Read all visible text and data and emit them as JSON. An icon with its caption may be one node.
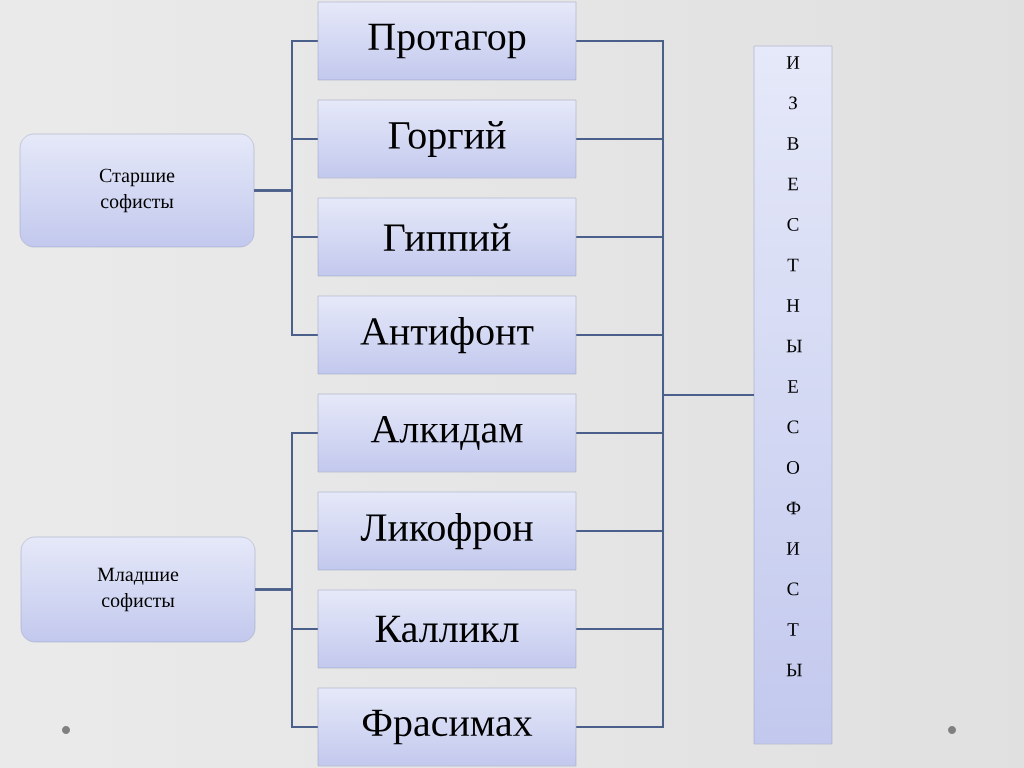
{
  "diagram": {
    "nodes": [
      {
        "text": [
          "Старшие софисты"
        ]
      },
      {
        "text": [
          "Младшие софисты"
        ]
      },
      {
        "text": [
          "Протагор"
        ]
      },
      {
        "text": [
          "Горгий"
        ]
      },
      {
        "text": [
          "Гиппий"
        ]
      },
      {
        "text": [
          "Антифонт"
        ]
      },
      {
        "text": [
          "Алкидам"
        ]
      },
      {
        "text": [
          "Ликофрон"
        ]
      },
      {
        "text": [
          "Калликл"
        ]
      },
      {
        "text": [
          "Фрасимах"
        ]
      },
      {
        "text": [
          "ИЗВЕСТНЫЕ СОФИСТЫ"
        ]
      }
    ],
    "edges": [
      {
        "from": 0,
        "to": 2,
        "arrow": "none"
      },
      {
        "from": 0,
        "to": 3,
        "arrow": "none"
      },
      {
        "from": 0,
        "to": 4,
        "arrow": "none"
      },
      {
        "from": 0,
        "to": 5,
        "arrow": "none"
      },
      {
        "from": 1,
        "to": 6,
        "arrow": "none"
      },
      {
        "from": 1,
        "to": 7,
        "arrow": "none"
      },
      {
        "from": 1,
        "to": 8,
        "arrow": "none"
      },
      {
        "from": 1,
        "to": 9,
        "arrow": "none"
      },
      {
        "from": 2,
        "to": 10,
        "arrow": "none"
      },
      {
        "from": 3,
        "to": 10,
        "arrow": "none"
      },
      {
        "from": 4,
        "to": 10,
        "arrow": "none"
      },
      {
        "from": 5,
        "to": 10,
        "arrow": "none"
      },
      {
        "from": 6,
        "to": 10,
        "arrow": "none"
      },
      {
        "from": 7,
        "to": 10,
        "arrow": "none"
      },
      {
        "from": 8,
        "to": 10,
        "arrow": "none"
      },
      {
        "from": 9,
        "to": 10,
        "arrow": "none"
      }
    ]
  }
}
